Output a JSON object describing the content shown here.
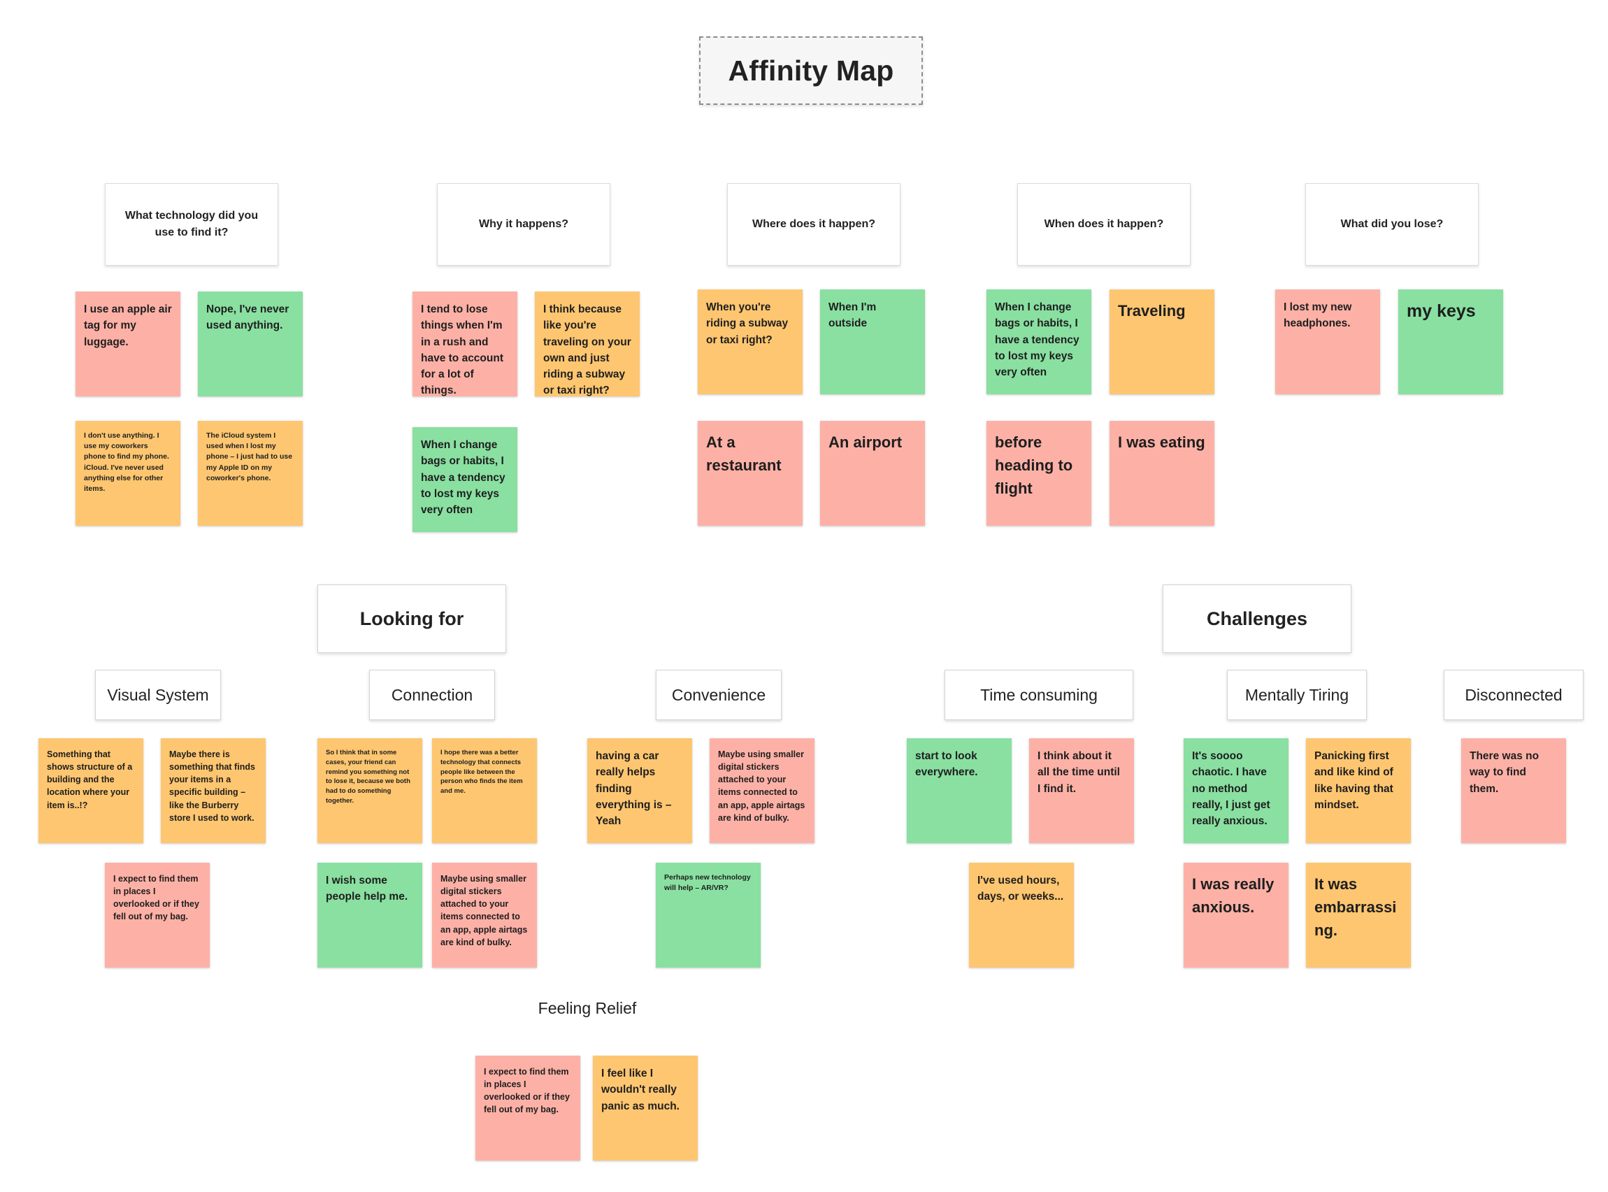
{
  "title": "Affinity Map",
  "questions": {
    "tech": "What technology did you use to find it?",
    "why": "Why it happens?",
    "where": "Where does it happen?",
    "when": "When does it happen?",
    "what": "What did you lose?"
  },
  "sections": {
    "looking_for": "Looking for",
    "challenges": "Challenges"
  },
  "subgroups": {
    "visual_system": "Visual System",
    "connection": "Connection",
    "convenience": "Convenience",
    "feeling_relief": "Feeling Relief",
    "time_consuming": "Time consuming",
    "mentally_tiring": "Mentally Tiring",
    "disconnected": "Disconnected"
  },
  "notes": {
    "tech_1": "I use an apple air tag for my luggage.",
    "tech_2": "Nope, I've never used anything.",
    "tech_3": "I don't use anything. I use my coworkers phone to find my phone. iCloud. I've never used anything else for other items.",
    "tech_4": "The iCloud system I used when I lost my phone – I just had to use my Apple ID on my coworker's phone.",
    "why_1": "I tend to lose things when I'm in a rush and have to account for a lot of things.",
    "why_2": "I think because like you're traveling on your own and just riding a subway or taxi right?",
    "why_3": "When I change bags or habits, I have a tendency to lost my keys very often",
    "where_1": "When you're riding a subway or taxi right?",
    "where_2": "When I'm outside",
    "where_3": "At a restaurant",
    "where_4": "An airport",
    "when_1": "When I change bags or habits, I have a tendency to lost my keys very often",
    "when_2": "Traveling",
    "when_3": "before heading to flight",
    "when_4": "I was eating",
    "what_1": "I lost my new headphones.",
    "what_2": "my keys",
    "vis_1": "Something that shows structure of a building and the location where your item is..!?",
    "vis_2": "Maybe there is something that finds your items in a specific building – like the Burberry store I used to work.",
    "vis_3": "I expect to find them in places I overlooked or if they fell out of my bag.",
    "con_1": "So I think that in some cases, your friend can remind you something not to lose it, because we both had to do something together.",
    "con_2": "I hope there was a better technology that connects people like between the person who finds the item and me.",
    "con_3": "I wish some people help me.",
    "con_4": "Maybe using smaller digital stickers attached to your items connected to an app, apple airtags are kind of bulky.",
    "conv_1": "having a car really helps finding everything is – Yeah",
    "conv_2": "Maybe using smaller digital stickers attached to your items connected to an app, apple airtags are kind of bulky.",
    "conv_3": "Perhaps new technology will help – AR/VR?",
    "rel_1": "I expect to find them in places I overlooked or if they fell out of my bag.",
    "rel_2": "I feel like I wouldn't really panic as much.",
    "time_1": "start to look everywhere.",
    "time_2": "I think about it all the time until I find it.",
    "time_3": "I've used hours, days, or weeks...",
    "ment_1": "It's soooo chaotic. I have no method really, I just get really anxious.",
    "ment_2": "Panicking first and like kind of like having that mindset.",
    "ment_3": "I was really anxious.",
    "ment_4": "It was embarrassing.",
    "disc_1": "There was no way to find them."
  },
  "colors": {
    "pink": "#fdb1a6",
    "green": "#89e0a1",
    "orange": "#fec670"
  }
}
